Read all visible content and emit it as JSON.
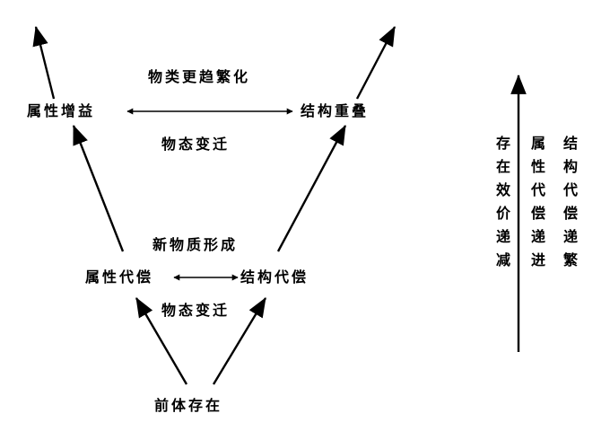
{
  "diagram": {
    "top_left": "属性增益",
    "top_right": "结构重叠",
    "top_mid_above": "物类更趋繁化",
    "top_mid_below": "物态变迁",
    "mid_above": "新物质形成",
    "mid_left": "属性代偿",
    "mid_right": "结构代偿",
    "mid_below": "物态变迁",
    "bottom": "前体存在"
  },
  "sidebar": {
    "columns": [
      "存在效价递减",
      "属性代偿递进",
      "结构代偿递繁"
    ]
  }
}
